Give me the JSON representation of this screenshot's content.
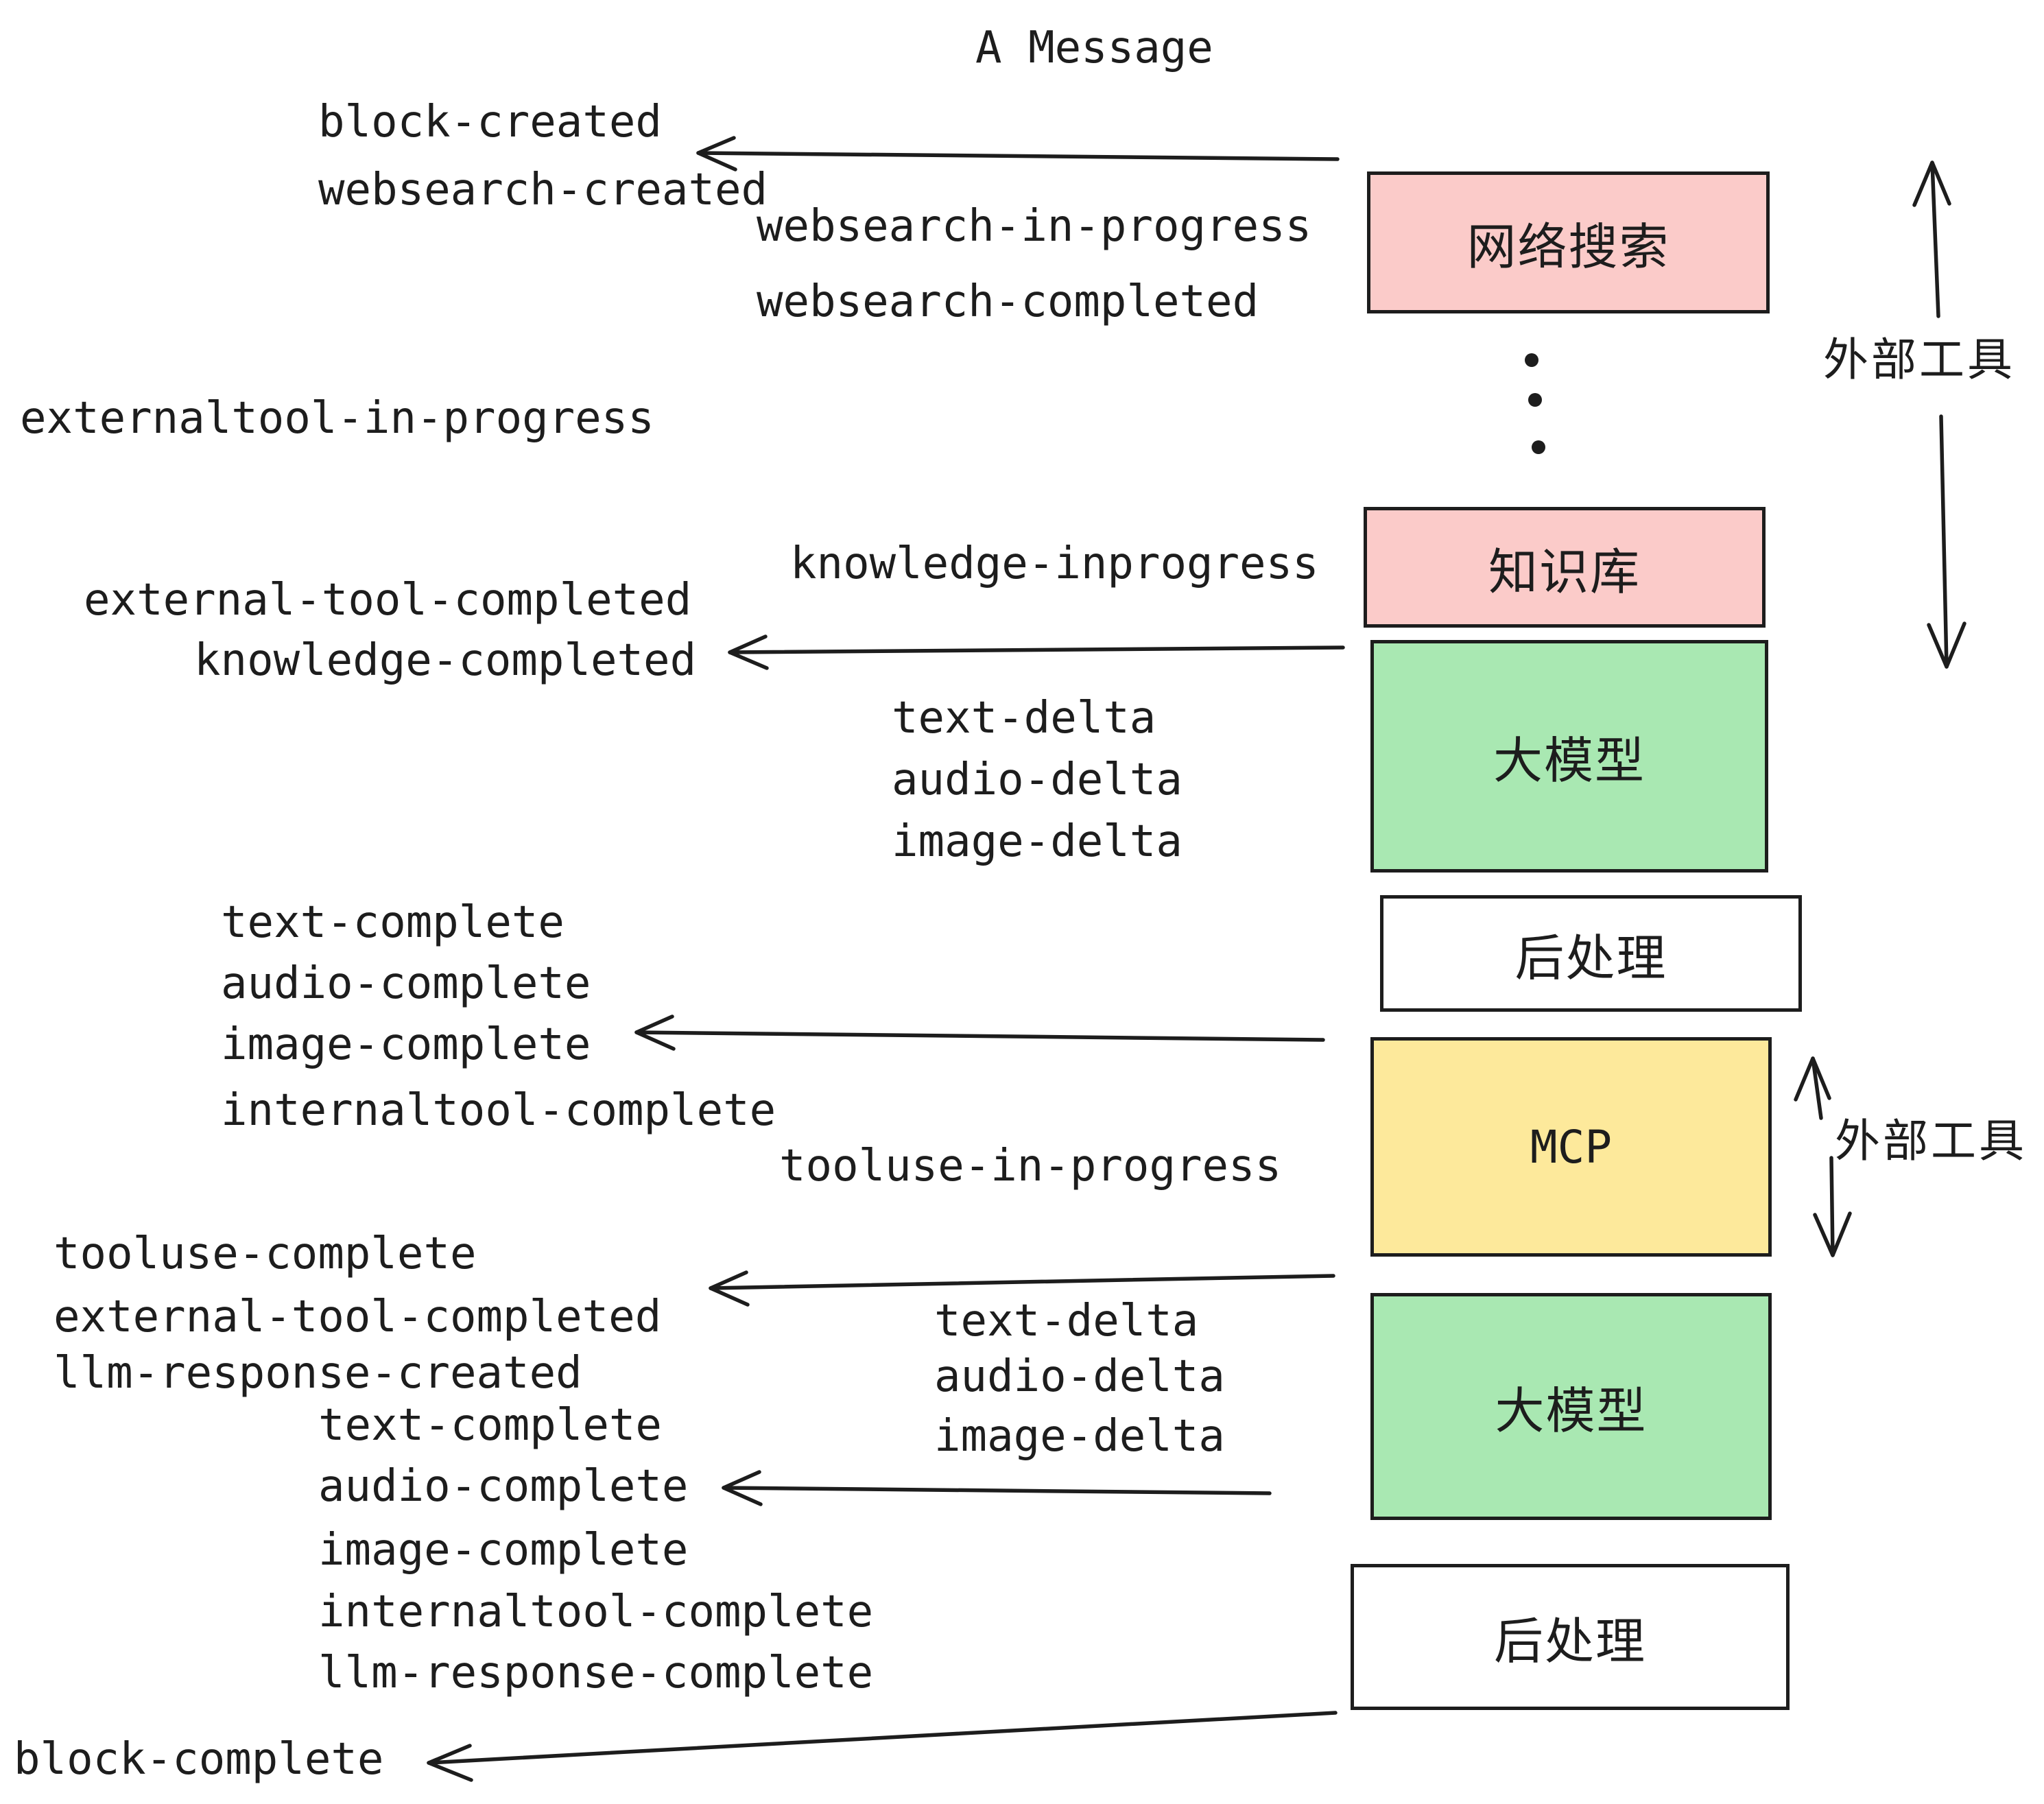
{
  "title": "A Message",
  "events": [
    {
      "id": "block-created",
      "text": "block-created"
    },
    {
      "id": "websearch-created",
      "text": "websearch-created"
    },
    {
      "id": "websearch-in-progress",
      "text": "websearch-in-progress"
    },
    {
      "id": "websearch-completed",
      "text": "websearch-completed"
    },
    {
      "id": "externaltool-in-progress",
      "text": "externaltool-in-progress"
    },
    {
      "id": "knowledge-inprogress",
      "text": "knowledge-inprogress"
    },
    {
      "id": "external-tool-completed-1",
      "text": "external-tool-completed"
    },
    {
      "id": "knowledge-completed",
      "text": "knowledge-completed"
    },
    {
      "id": "text-delta-1",
      "text": "text-delta"
    },
    {
      "id": "audio-delta-1",
      "text": "audio-delta"
    },
    {
      "id": "image-delta-1",
      "text": "image-delta"
    },
    {
      "id": "text-complete-1",
      "text": "text-complete"
    },
    {
      "id": "audio-complete-1",
      "text": "audio-complete"
    },
    {
      "id": "image-complete-1",
      "text": "image-complete"
    },
    {
      "id": "internaltool-complete-1",
      "text": "internaltool-complete"
    },
    {
      "id": "tooluse-in-progress",
      "text": "tooluse-in-progress"
    },
    {
      "id": "tooluse-complete",
      "text": "tooluse-complete"
    },
    {
      "id": "external-tool-completed-2",
      "text": "external-tool-completed"
    },
    {
      "id": "llm-response-created",
      "text": "llm-response-created"
    },
    {
      "id": "text-complete-2",
      "text": "text-complete"
    },
    {
      "id": "audio-complete-2",
      "text": "audio-complete"
    },
    {
      "id": "image-complete-2",
      "text": "image-complete"
    },
    {
      "id": "internaltool-complete-2",
      "text": "internaltool-complete"
    },
    {
      "id": "llm-response-complete",
      "text": "llm-response-complete"
    },
    {
      "id": "text-delta-2",
      "text": "text-delta"
    },
    {
      "id": "audio-delta-2",
      "text": "audio-delta"
    },
    {
      "id": "image-delta-2",
      "text": "image-delta"
    },
    {
      "id": "block-complete",
      "text": "block-complete"
    }
  ],
  "boxes": [
    {
      "id": "websearch",
      "label": "网络搜索",
      "color": "#FBCBC9"
    },
    {
      "id": "knowledge-base",
      "label": "知识库",
      "color": "#FBCBC9"
    },
    {
      "id": "llm-top",
      "label": "大模型",
      "color": "#A9E8B2"
    },
    {
      "id": "post-process-top",
      "label": "后处理",
      "color": "#FFFFFF"
    },
    {
      "id": "mcp",
      "label": "MCP",
      "color": "#FDE99B"
    },
    {
      "id": "llm-bottom",
      "label": "大模型",
      "color": "#A9E8B2"
    },
    {
      "id": "post-process-bottom",
      "label": "后处理",
      "color": "#FFFFFF"
    }
  ],
  "annotations": [
    {
      "id": "external-tools-top",
      "text": "外部工具"
    },
    {
      "id": "external-tools-mcp",
      "text": "外部工具"
    }
  ],
  "colors": {
    "ink": "#1d1d1d",
    "pink": "#FBCBC9",
    "green": "#A9E8B2",
    "yellow": "#FDE99B",
    "white": "#FFFFFF",
    "background": "#FFFFFF"
  }
}
